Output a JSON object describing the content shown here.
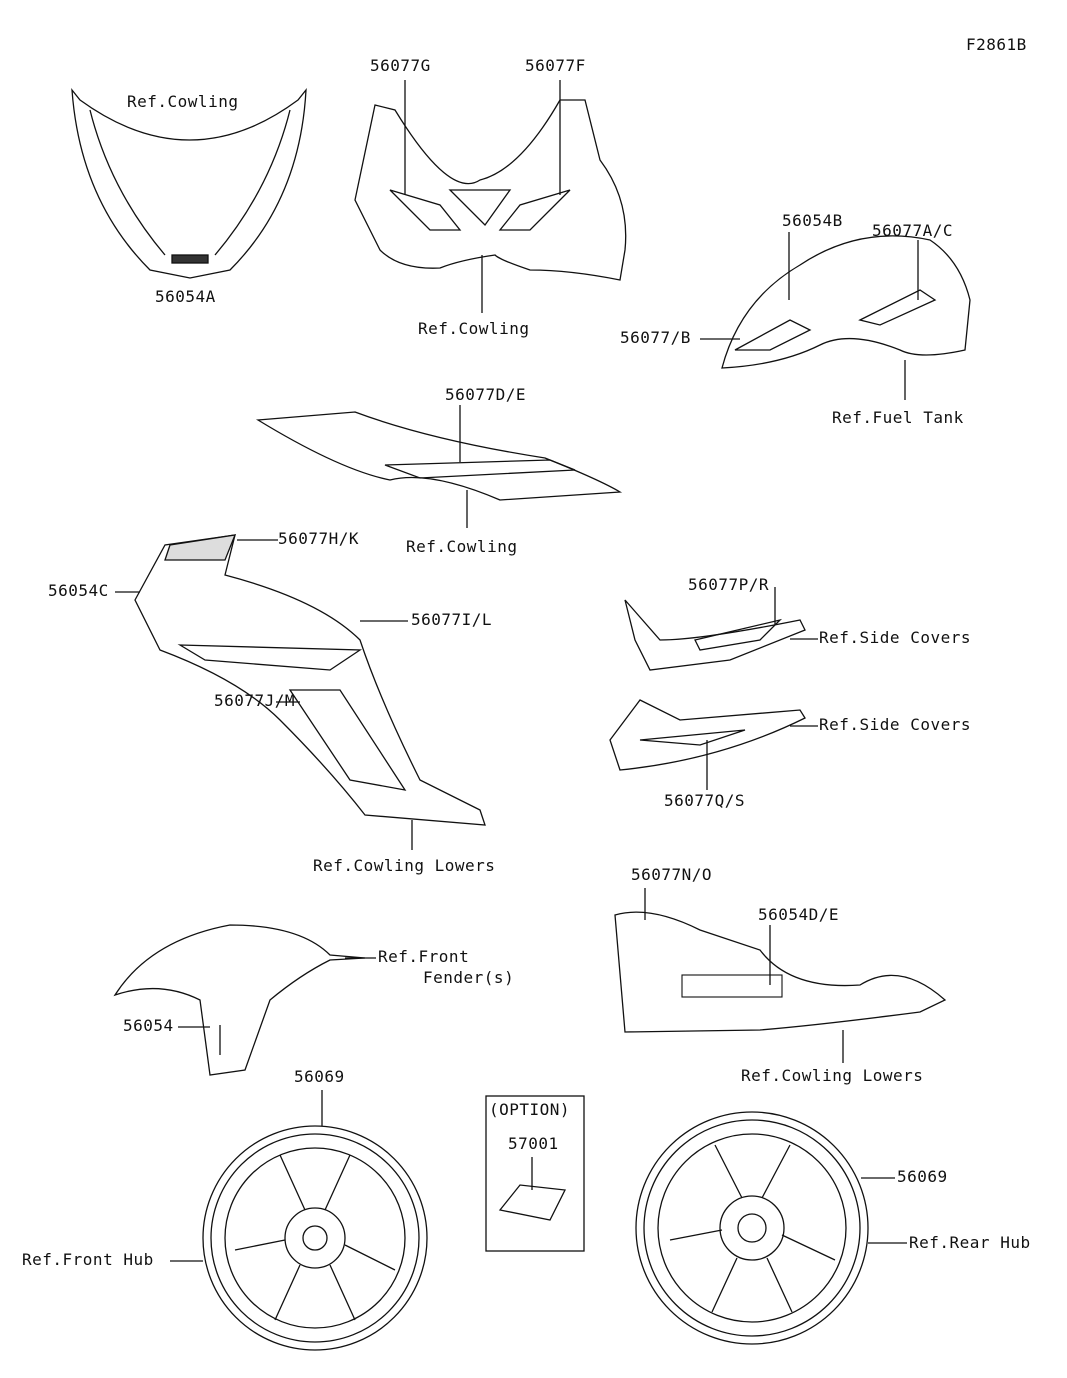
{
  "diagram_id": "F2861B",
  "labels": {
    "windscreen_ref": "Ref.Cowling",
    "windscreen_part": "56054A",
    "upper_left": "56077G",
    "upper_right": "56077F",
    "upper_ref": "Ref.Cowling",
    "tank_emblem": "56054B",
    "tank_stripe_ac": "56077A/C",
    "tank_stripe_b": "56077/B",
    "tank_ref": "Ref.Fuel Tank",
    "tail_part": "56077D/E",
    "tail_ref": "Ref.Cowling",
    "side_hk": "56077H/K",
    "side_emblem": "56054C",
    "side_il": "56077I/L",
    "side_jm": "56077J/M",
    "side_ref": "Ref.Cowling Lowers",
    "cover_pr": "56077P/R",
    "cover_ref_1": "Ref.Side Covers",
    "cover_ref_2": "Ref.Side Covers",
    "cover_qs": "56077Q/S",
    "lower_no": "56077N/O",
    "lower_emblem": "56054D/E",
    "lower_ref": "Ref.Cowling Lowers",
    "fender_ref_1": "Ref.Front",
    "fender_ref_2": "Fender(s)",
    "fender_part": "56054",
    "front_wheel_part": "56069",
    "rear_wheel_part": "56069",
    "option_title": "(OPTION)",
    "option_part": "57001",
    "front_hub_ref": "Ref.Front Hub",
    "rear_hub_ref": "Ref.Rear Hub"
  }
}
